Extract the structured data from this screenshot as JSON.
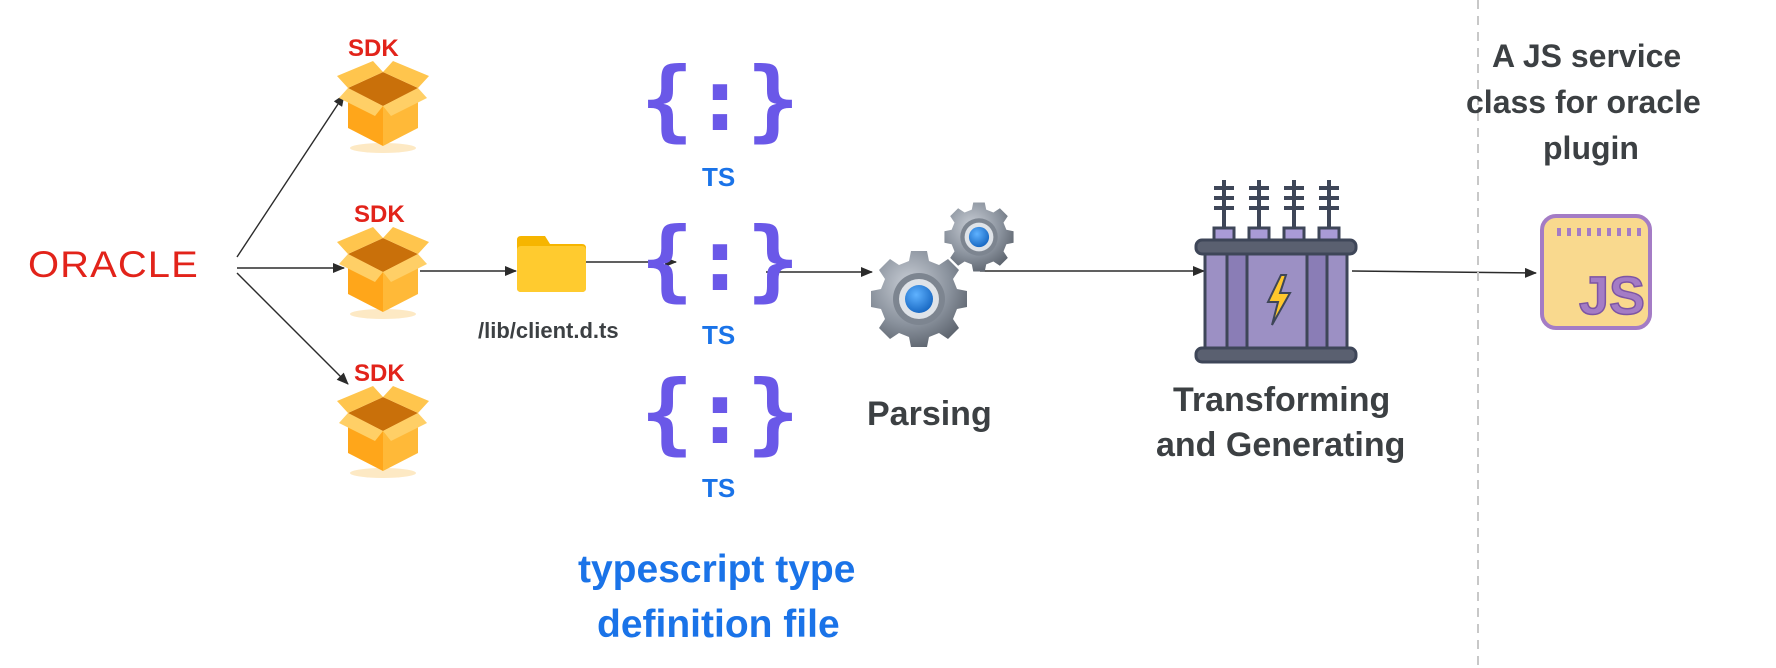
{
  "source": {
    "label": "ORACLE"
  },
  "sdk_packages": [
    {
      "label": "SDK"
    },
    {
      "label": "SDK"
    },
    {
      "label": "SDK"
    }
  ],
  "folder": {
    "label": "/lib/client.d.ts"
  },
  "ts_files": [
    {
      "label": "TS"
    },
    {
      "label": "TS"
    },
    {
      "label": "TS"
    }
  ],
  "ts_group_caption": {
    "line1": "typescript type",
    "line2": "definition file"
  },
  "parsing": {
    "label": "Parsing"
  },
  "transform": {
    "line1": "Transforming",
    "line2": "and Generating"
  },
  "output": {
    "line1": "A JS service",
    "line2": "class for oracle",
    "line3": "plugin",
    "icon_text": "JS"
  },
  "colors": {
    "oracle_red": "#e2231a",
    "sdk_red": "#e2231a",
    "box_orange": "#ffad1f",
    "folder_yellow": "#ffc72c",
    "ts_purple": "#6a58e8",
    "blue_text": "#1a73e8",
    "dark_text": "#3c4043",
    "js_bg": "#f9d98e",
    "js_border": "#a47cc5"
  }
}
